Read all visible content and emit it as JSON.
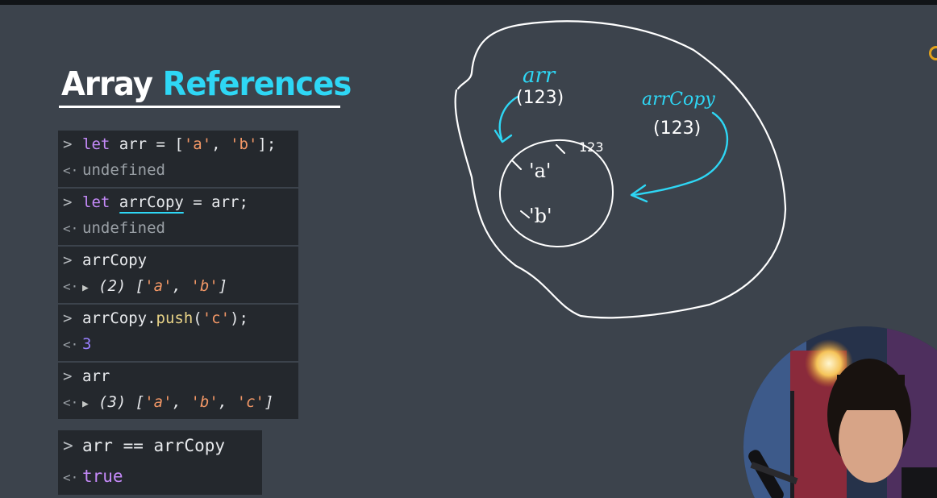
{
  "title": {
    "part1": "Array",
    "part2": "References"
  },
  "console": {
    "entries": [
      {
        "input_kw": "let",
        "input_rest1": " arr = [",
        "input_s1": "'a'",
        "input_rest2": ", ",
        "input_s2": "'b'",
        "input_rest3": "];",
        "output": "undefined"
      },
      {
        "input_kw": "let",
        "input_var": "arrCopy",
        "input_rest": " = arr;",
        "output": "undefined"
      },
      {
        "input": "arrCopy",
        "output_count": "(2)",
        "output_open": "[",
        "output_s1": "'a'",
        "output_sep": ", ",
        "output_s2": "'b'",
        "output_close": "]"
      },
      {
        "input_obj": "arrCopy.",
        "input_fn": "push",
        "input_open": "(",
        "input_str": "'c'",
        "input_close": ");",
        "output": "3"
      },
      {
        "input": "arr",
        "output_count": "(3)",
        "output_open": "[",
        "output_s1": "'a'",
        "output_sep1": ", ",
        "output_s2": "'b'",
        "output_sep2": ", ",
        "output_s3": "'c'",
        "output_close": "]"
      }
    ],
    "comparison": {
      "input": "arr == arrCopy",
      "output": "true"
    }
  },
  "glyphs": {
    "prompt": ">",
    "result": "<·",
    "expand": "▶"
  },
  "drawing": {
    "label_arr": "arr",
    "label_arr_ref": "(123)",
    "label_arrcopy": "arrCopy",
    "label_arrcopy_ref": "(123)",
    "label_address": "123",
    "item_a": "'a'",
    "item_b": "'b'"
  },
  "colors": {
    "background": "#3c434c",
    "accent": "#2ed7f5",
    "console_bg": "#24282d",
    "keyword": "#c58af9",
    "string": "#f29766",
    "number": "#9980ff"
  }
}
